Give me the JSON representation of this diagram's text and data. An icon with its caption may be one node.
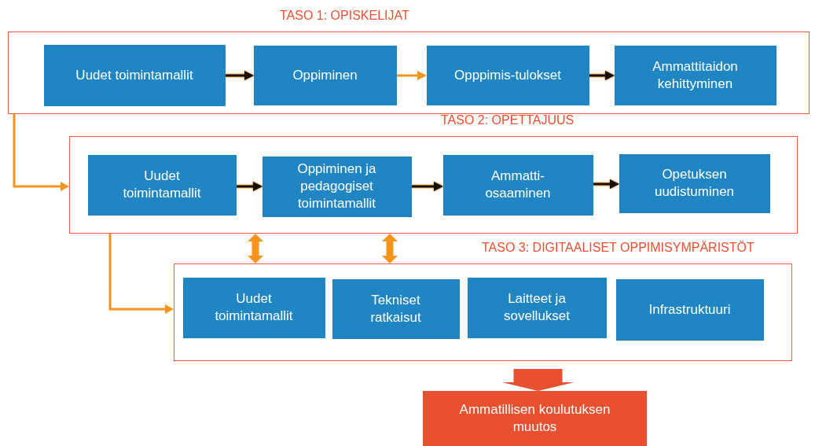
{
  "diagram": {
    "nodes": [
      {
        "text": [
          "TASO 1: OPISKELIJAT"
        ]
      },
      {
        "text": [
          "Uudet toimintamallit"
        ],
        "in": 0
      },
      {
        "text": [
          "Oppiminen"
        ],
        "in": 0
      },
      {
        "text": [
          "Opppimis-tulokset"
        ],
        "in": 0
      },
      {
        "text": [
          "Ammattitaidon kehittyminen"
        ],
        "in": 0
      },
      {
        "text": [
          "TASO 2: OPETTAJUUS"
        ]
      },
      {
        "text": [
          "Uudet toimintamallit"
        ],
        "in": 5
      },
      {
        "text": [
          "Oppiminen ja pedagogiset toimintamallit"
        ],
        "in": 5
      },
      {
        "text": [
          "Ammatti-osaaminen"
        ],
        "in": 5
      },
      {
        "text": [
          "Opetuksen uudistuminen"
        ],
        "in": 5
      },
      {
        "text": [
          "TASO 3: DIGITAALISET OPPIMISYMPÄRISTÖT"
        ]
      },
      {
        "text": [
          "Uudet toimintamallit"
        ],
        "in": 10
      },
      {
        "text": [
          "Tekniset ratkaisut"
        ],
        "in": 10
      },
      {
        "text": [
          "Laitteet ja sovellukset"
        ],
        "in": 10
      },
      {
        "text": [
          "Infrastruktuuri"
        ],
        "in": 10
      },
      {
        "text": [
          "Ammatillisen koulutuksen muutos"
        ]
      }
    ],
    "edges": [
      {
        "from": 1,
        "to": 2,
        "arrow": "to"
      },
      {
        "from": 2,
        "to": 3,
        "arrow": "to",
        "color": "#f7941d"
      },
      {
        "from": 3,
        "to": 4,
        "arrow": "to"
      },
      {
        "from": 6,
        "to": 7,
        "arrow": "to"
      },
      {
        "from": 7,
        "to": 8,
        "arrow": "to"
      },
      {
        "from": 8,
        "to": 9,
        "arrow": "to"
      },
      {
        "from": 0,
        "to": 5,
        "arrow": "to",
        "color": "#f7941d"
      },
      {
        "from": 5,
        "to": 10,
        "arrow": "to",
        "color": "#f7941d"
      },
      {
        "from": 5,
        "to": 10,
        "arrow": "both",
        "style": "thick",
        "color": "#f7941d"
      },
      {
        "from": 5,
        "to": 10,
        "arrow": "both",
        "style": "thick",
        "color": "#f7941d"
      },
      {
        "from": 10,
        "to": 15,
        "arrow": "to",
        "style": "thick",
        "color": "#e8502f"
      }
    ]
  }
}
